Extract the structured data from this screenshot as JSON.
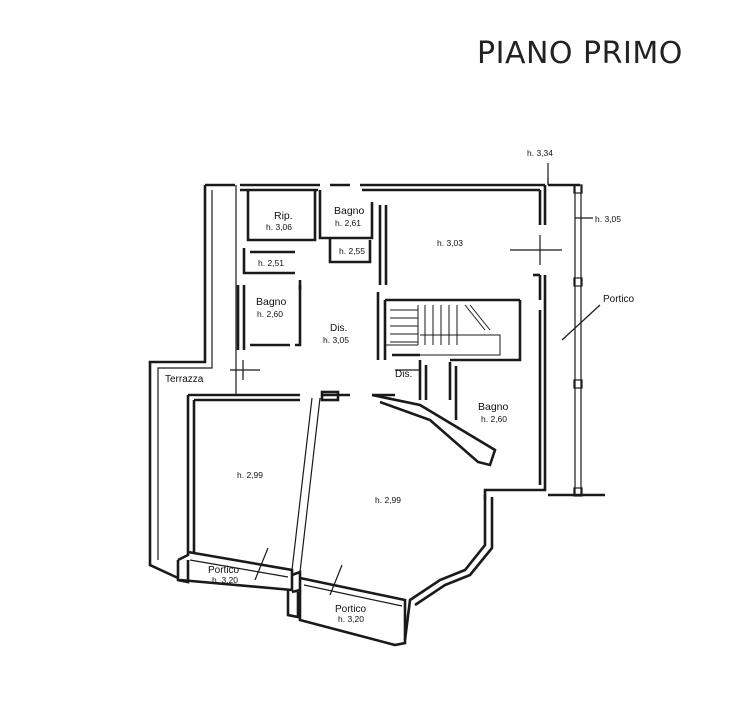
{
  "title": "PIANO PRIMO",
  "labels": {
    "h_334": "h. 3,34",
    "h_305_right": "h. 3,05",
    "portico_right": "Portico",
    "rip": "Rip.",
    "h_306": "h. 3,06",
    "bagno_top": "Bagno",
    "h_261": "h. 2,61",
    "h_255": "h. 2,55",
    "h_303": "h. 3,03",
    "h_251": "h. 2,51",
    "bagno_left": "Bagno",
    "h_260_left": "h. 2,60",
    "dis_center": "Dis.",
    "h_305_center": "h. 3,05",
    "dis_small": "Dis.",
    "terrazza": "Terrazza",
    "bagno_right": "Bagno",
    "h_260_right": "h. 2,60",
    "h_299_left": "h. 2,99",
    "h_299_right": "h. 2,99",
    "portico_bl": "Portico",
    "h_320_bl": "h. 3,20",
    "portico_br": "Portico",
    "h_320_br": "h. 3,20"
  }
}
